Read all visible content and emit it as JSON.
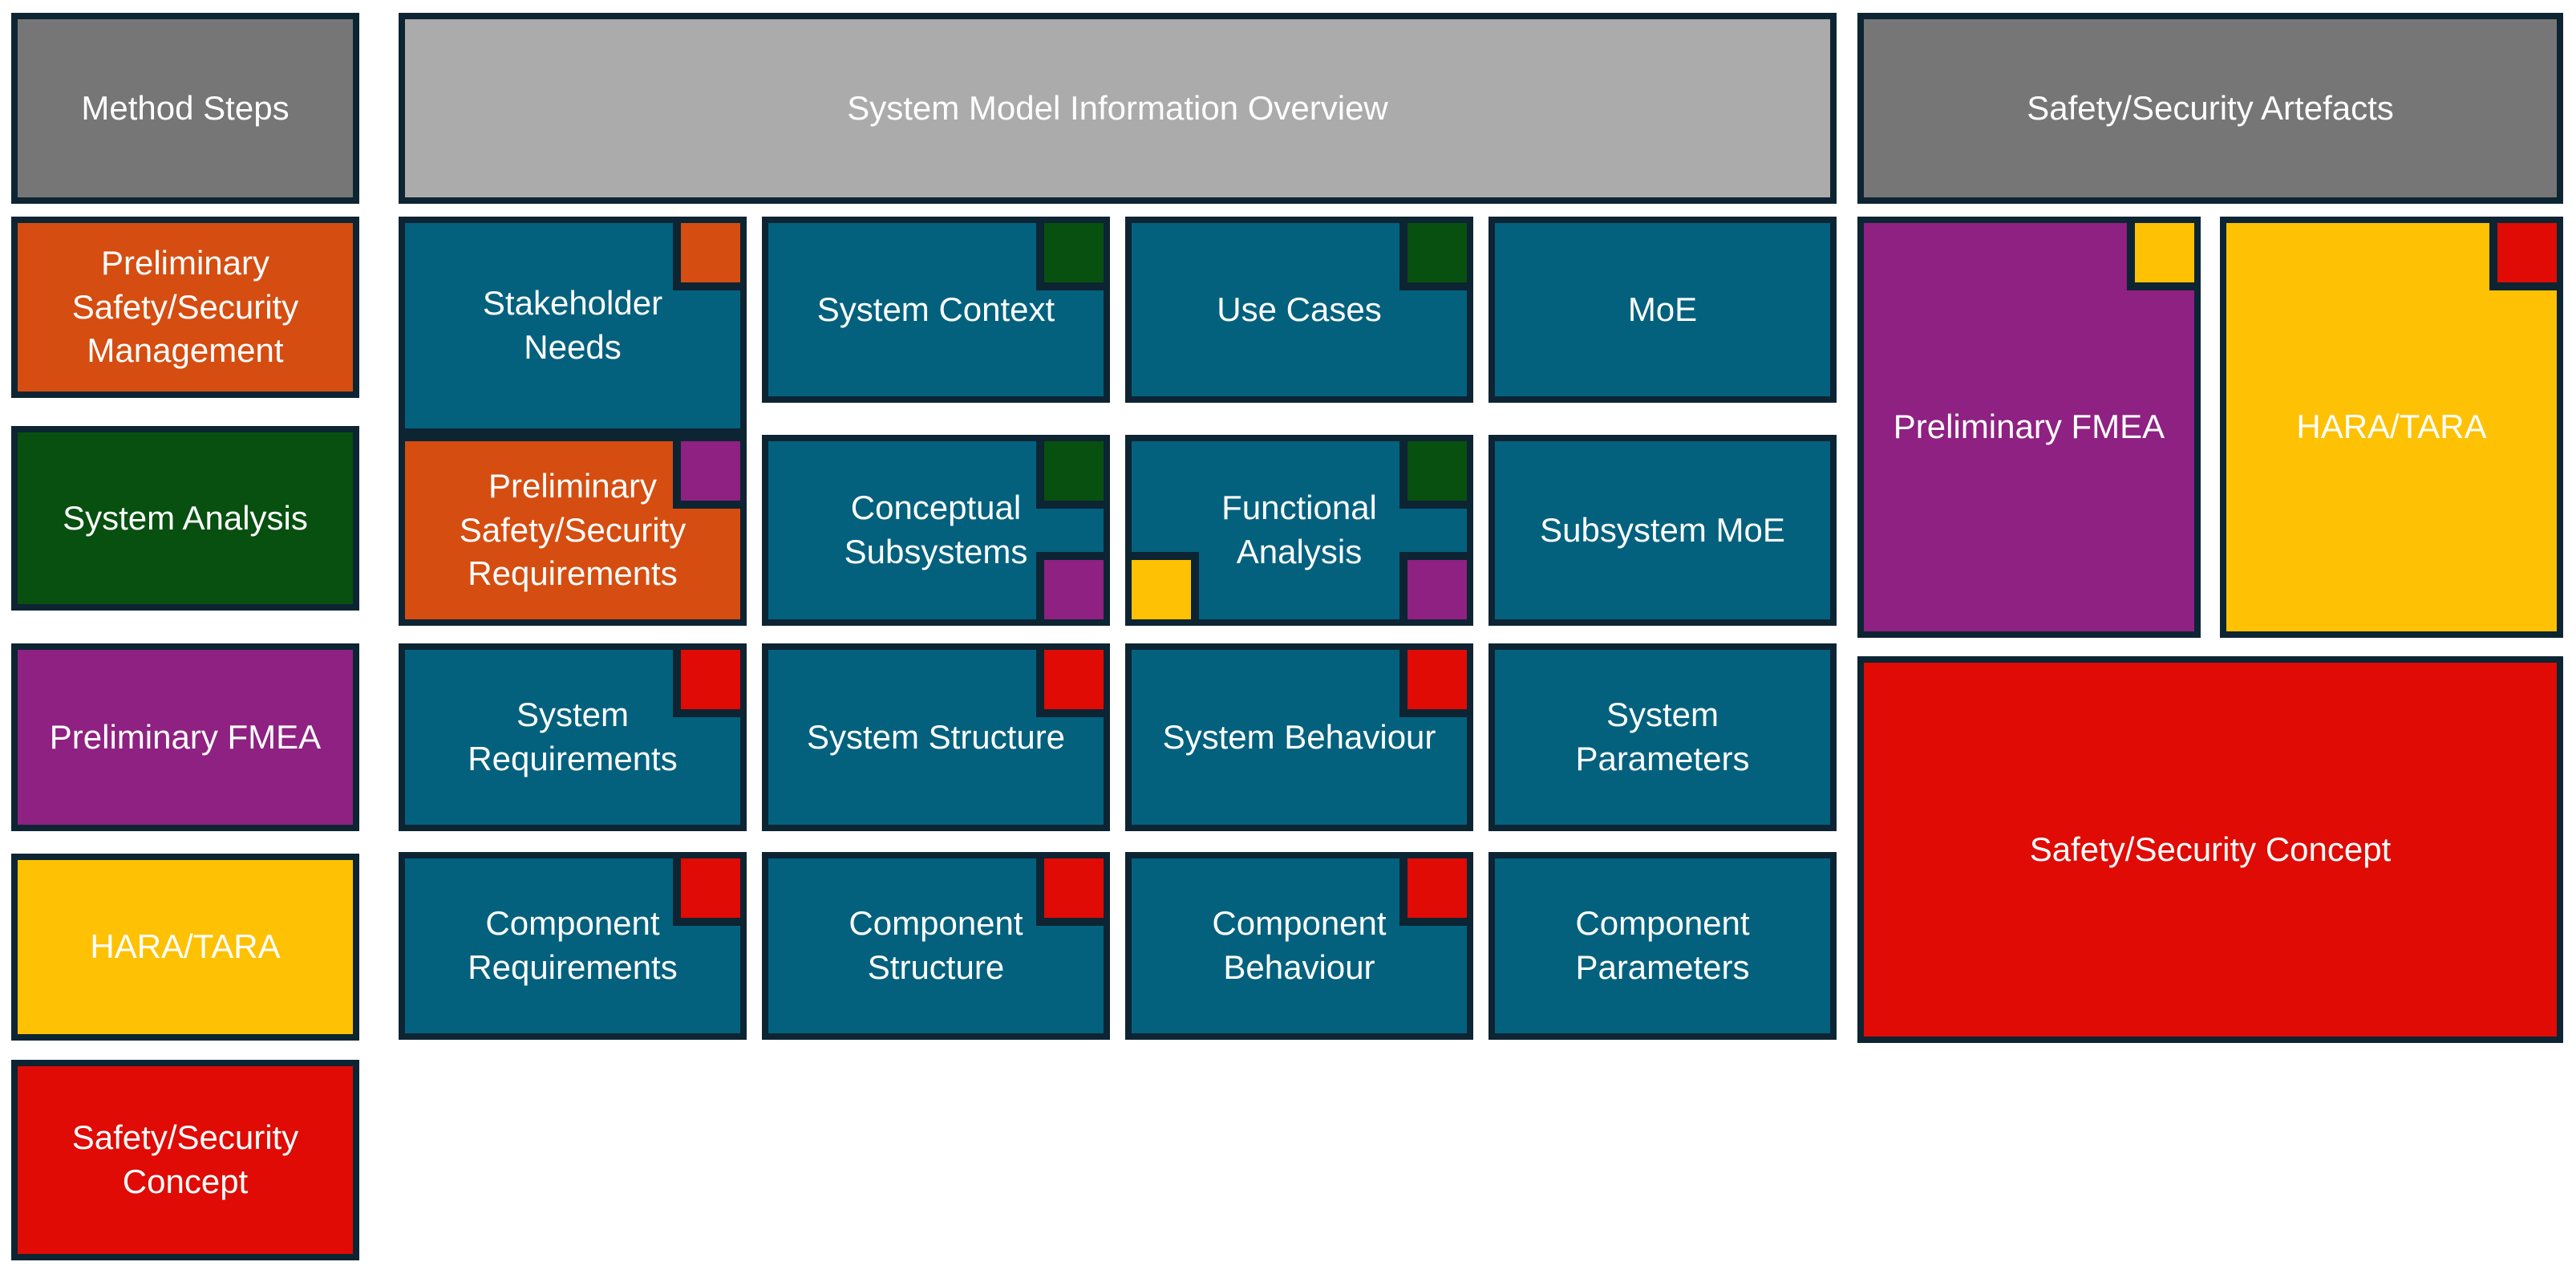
{
  "palette": {
    "border": "#0d2433",
    "teal": "#03617e",
    "orange": "#d54d11",
    "green": "#075010",
    "purple": "#8e2181",
    "yellow": "#ffc103",
    "red": "#df0b04",
    "header_side_gray": "#767676",
    "header_middle_gray": "#ababab",
    "text": "#ffffff",
    "background": "#ffffff"
  },
  "headers": {
    "method_steps": "Method Steps",
    "system_model": "System Model Information Overview",
    "artefacts": "Safety/Security Artefacts"
  },
  "method_steps": {
    "items": [
      {
        "label": "Preliminary\nSafety/Security\nManagement",
        "color": "orange"
      },
      {
        "label": "System Analysis",
        "color": "green"
      },
      {
        "label": "Preliminary FMEA",
        "color": "purple"
      },
      {
        "label": "HARA/TARA",
        "color": "yellow"
      },
      {
        "label": "Safety/Security\nConcept",
        "color": "red"
      }
    ]
  },
  "system_model": {
    "cells": [
      {
        "label": "Stakeholder\nNeeds",
        "color": "teal",
        "markers": [
          {
            "color": "orange",
            "corner": "top-right"
          }
        ]
      },
      {
        "label": "System Context",
        "color": "teal",
        "markers": [
          {
            "color": "green",
            "corner": "top-right"
          }
        ]
      },
      {
        "label": "Use Cases",
        "color": "teal",
        "markers": [
          {
            "color": "green",
            "corner": "top-right"
          }
        ]
      },
      {
        "label": "MoE",
        "color": "teal",
        "markers": []
      },
      {
        "label": "Preliminary\nSafety/Security\nRequirements",
        "color": "orange",
        "markers": [
          {
            "color": "purple",
            "corner": "top-right"
          }
        ]
      },
      {
        "label": "Conceptual\nSubsystems",
        "color": "teal",
        "markers": [
          {
            "color": "green",
            "corner": "top-right"
          },
          {
            "color": "purple",
            "corner": "bottom-right"
          }
        ]
      },
      {
        "label": "Functional\nAnalysis",
        "color": "teal",
        "markers": [
          {
            "color": "green",
            "corner": "top-right"
          },
          {
            "color": "purple",
            "corner": "bottom-right"
          },
          {
            "color": "yellow",
            "corner": "bottom-left"
          }
        ]
      },
      {
        "label": "Subsystem MoE",
        "color": "teal",
        "markers": []
      },
      {
        "label": "System\nRequirements",
        "color": "teal",
        "markers": [
          {
            "color": "red",
            "corner": "top-right"
          }
        ]
      },
      {
        "label": "System Structure",
        "color": "teal",
        "markers": [
          {
            "color": "red",
            "corner": "top-right"
          }
        ]
      },
      {
        "label": "System Behaviour",
        "color": "teal",
        "markers": [
          {
            "color": "red",
            "corner": "top-right"
          }
        ]
      },
      {
        "label": "System\nParameters",
        "color": "teal",
        "markers": []
      },
      {
        "label": "Component\nRequirements",
        "color": "teal",
        "markers": [
          {
            "color": "red",
            "corner": "top-right"
          }
        ]
      },
      {
        "label": "Component\nStructure",
        "color": "teal",
        "markers": [
          {
            "color": "red",
            "corner": "top-right"
          }
        ]
      },
      {
        "label": "Component\nBehaviour",
        "color": "teal",
        "markers": [
          {
            "color": "red",
            "corner": "top-right"
          }
        ]
      },
      {
        "label": "Component\nParameters",
        "color": "teal",
        "markers": []
      }
    ]
  },
  "artefacts": {
    "items": [
      {
        "label": "Preliminary FMEA",
        "color": "purple",
        "markers": [
          {
            "color": "yellow",
            "corner": "top-right"
          }
        ]
      },
      {
        "label": "HARA/TARA",
        "color": "yellow",
        "markers": [
          {
            "color": "red",
            "corner": "top-right"
          }
        ]
      },
      {
        "label": "Safety/Security Concept",
        "color": "red",
        "markers": []
      }
    ]
  }
}
